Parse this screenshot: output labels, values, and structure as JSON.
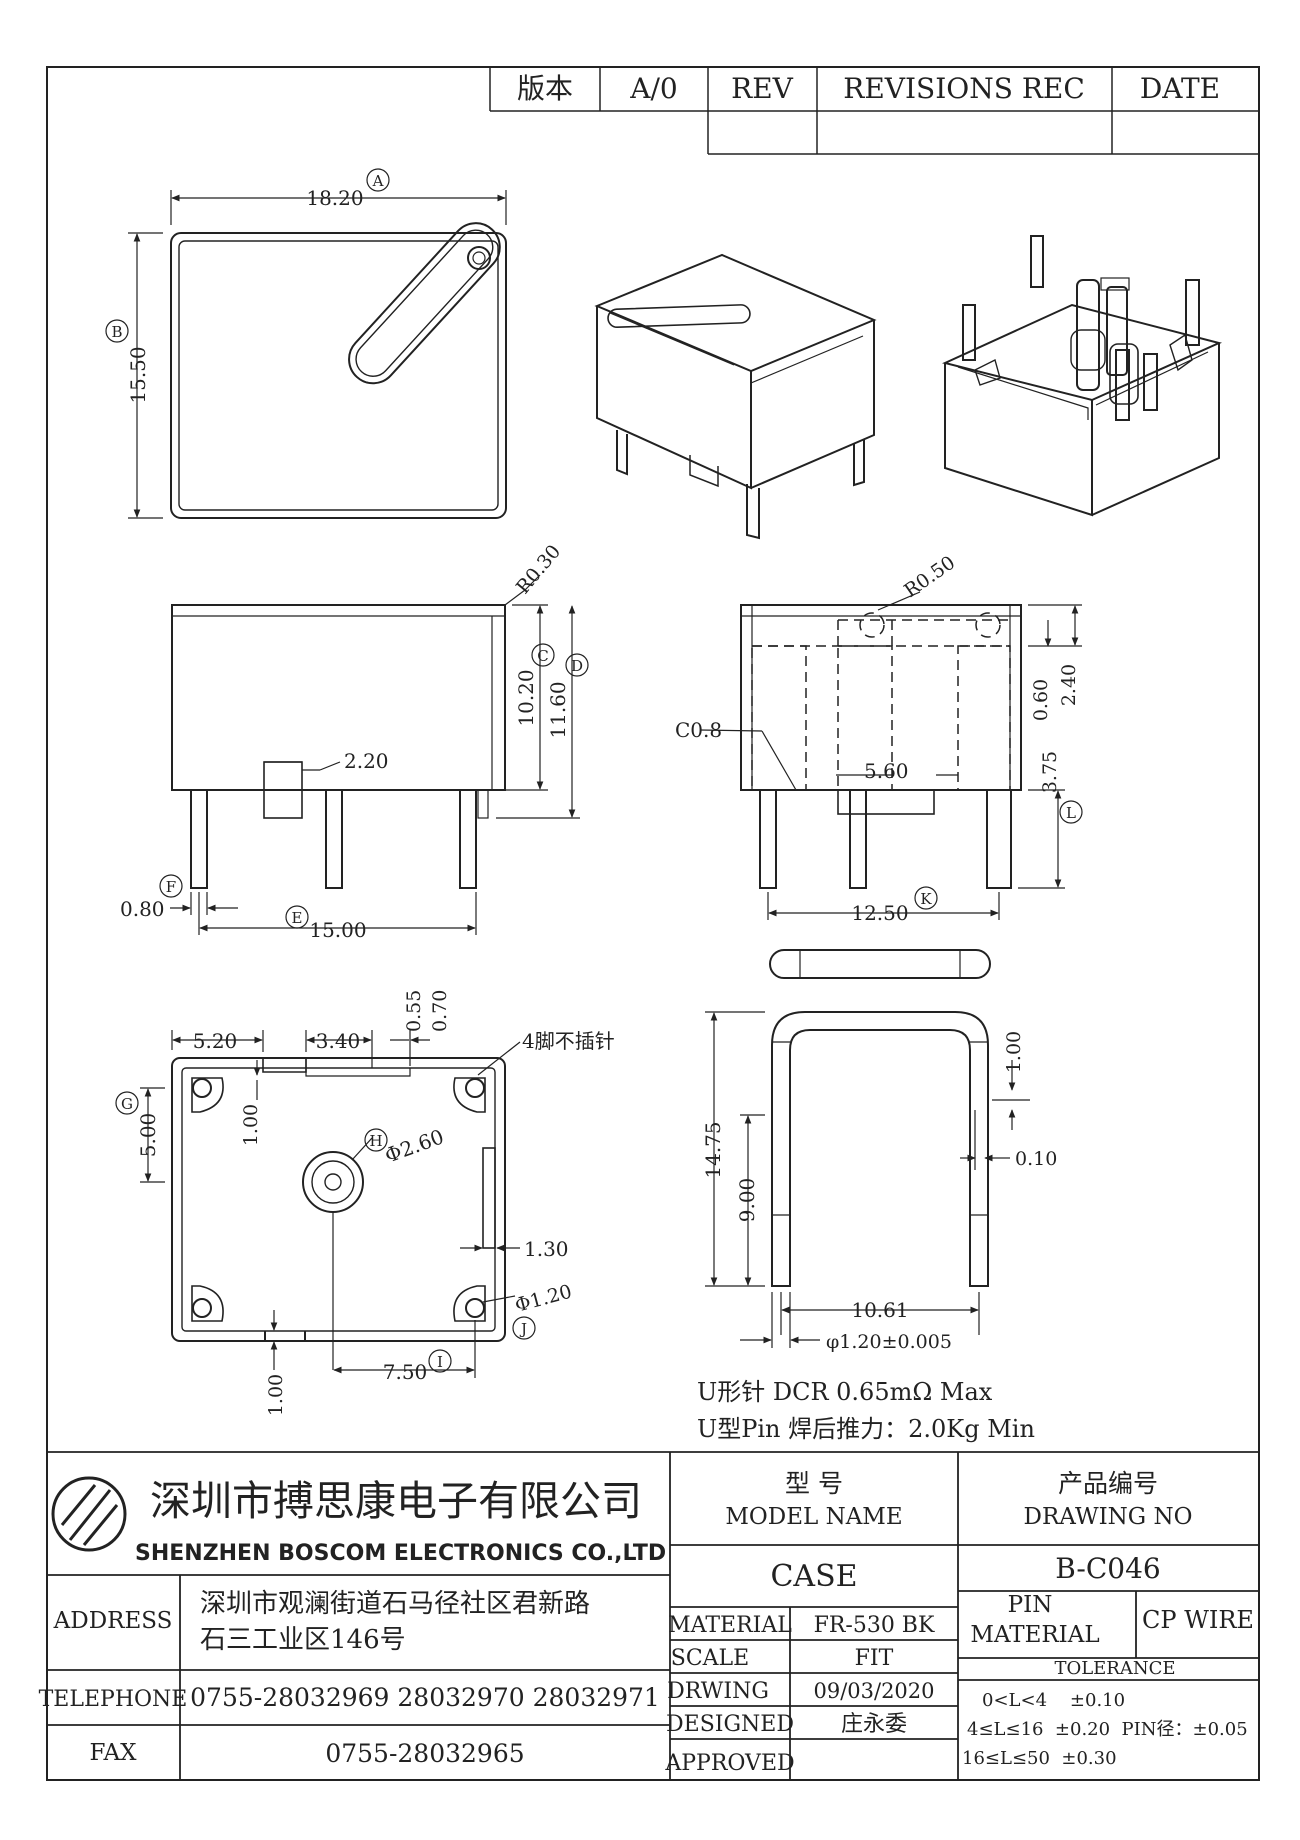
{
  "revision_table": {
    "version_label": "版本",
    "version_value": "A/0",
    "rev_label": "REV",
    "revisions_label": "REVISIONS REC",
    "date_label": "DATE"
  },
  "dimensions": {
    "A": "18.20",
    "B": "15.50",
    "C": "10.20",
    "D": "11.60",
    "E": "15.00",
    "F": "0.80",
    "G": "5.00",
    "H": "Φ2.60",
    "I": "7.50",
    "J": "Φ1.20",
    "K": "12.50",
    "L": "3.75",
    "r_030": "R0.30",
    "r_050": "R0.50",
    "c_08": "C0.8",
    "d_220": "2.20",
    "d_560": "5.60",
    "d_060": "0.60",
    "d_240": "2.40",
    "d_520": "5.20",
    "d_340": "3.40",
    "d_055": "0.55",
    "d_070": "0.70",
    "d_100_top": "1.00",
    "d_130": "1.30",
    "d_100_bottom": "1.00",
    "pin_note": "4脚不插针",
    "u_100": "1.00",
    "u_010": "0.10",
    "u_1475": "14.75",
    "u_900": "9.00",
    "u_1061": "10.61",
    "u_phi": "φ1.20±0.005"
  },
  "balloon_letters": [
    "A",
    "B",
    "C",
    "D",
    "E",
    "F",
    "G",
    "H",
    "I",
    "J",
    "K",
    "L"
  ],
  "notes": {
    "line1": "U形针 DCR 0.65mΩ  Max",
    "line2": "U型Pin 焊后推力：2.0Kg Min"
  },
  "title_block": {
    "company_cn": "深圳市搏思康电子有限公司",
    "company_en": "SHENZHEN BOSCOM ELECTRONICS CO.,LTD",
    "model_label_cn": "型    号",
    "model_label_en": "MODEL NAME",
    "drawing_label_cn": "产品编号",
    "drawing_label_en": "DRAWING NO",
    "model_value": "CASE",
    "drawing_value": "B-C046",
    "address_label": "ADDRESS",
    "address_line1": "深圳市观澜街道石马径社区君新路",
    "address_line2": "石三工业区146号",
    "telephone_label": "TELEPHONE",
    "telephone_value": "0755-28032969 28032970 28032971",
    "fax_label": "FAX",
    "fax_value": "0755-28032965",
    "material_label": "MATERIAL",
    "material_value": "FR-530 BK",
    "pin_material_label_1": "PIN",
    "pin_material_label_2": "MATERIAL",
    "pin_material_value": "CP WIRE",
    "scale_label": "SCALE",
    "scale_value": "FIT",
    "tolerance_label": "TOLERANCE",
    "drawing_label": "DRWING",
    "drawing_date": "09/03/2020",
    "designed_label": "DESIGNED",
    "designed_value": "庄永委",
    "approved_label": "APPROVED",
    "tol_1": "0<L<4    ±0.10",
    "tol_2": "4≤L≤16  ±0.20  PIN径：±0.05",
    "tol_3": "16≤L≤50  ±0.30"
  }
}
